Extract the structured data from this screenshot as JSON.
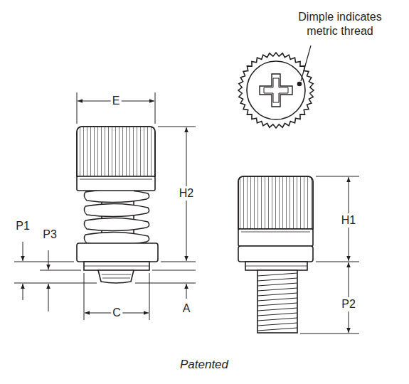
{
  "diagram": {
    "caption": "Patented",
    "labels": [
      "Dimple indicates metric thread",
      "E",
      "H2",
      "P1",
      "P3",
      "C",
      "A",
      "H1",
      "P2"
    ]
  }
}
